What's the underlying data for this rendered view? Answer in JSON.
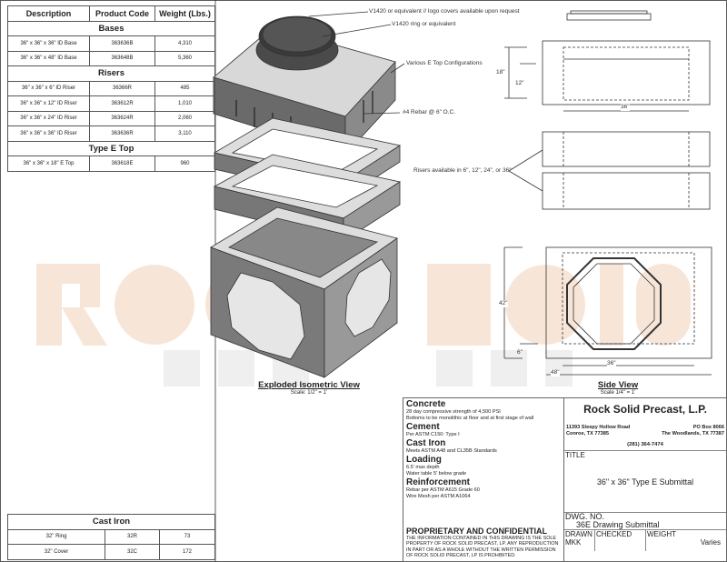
{
  "product_table": {
    "headers": [
      "Description",
      "Product Code",
      "Weight (Lbs.)"
    ],
    "sections": [
      {
        "title": "Bases",
        "rows": [
          [
            "36\" x 36\" x 36\" ID Base",
            "363636B",
            "4,310"
          ],
          [
            "36\" x 36\" x 48\" ID Base",
            "363648B",
            "5,360"
          ]
        ]
      },
      {
        "title": "Risers",
        "rows": [
          [
            "36\" x 36\" x 6\" ID Riser",
            "36366R",
            "485"
          ],
          [
            "36\" x 36\" x 12\" ID Riser",
            "363612R",
            "1,010"
          ],
          [
            "36\" x 36\" x 24\" ID Riser",
            "363624R",
            "2,060"
          ],
          [
            "36\" x 36\" x 36\" ID Riser",
            "363636R",
            "3,110"
          ]
        ]
      },
      {
        "title": "Type E Top",
        "rows": [
          [
            "36\" x 36\" x 18\" E Top",
            "363618E",
            "960"
          ]
        ]
      }
    ]
  },
  "cast_iron_table": {
    "title": "Cast Iron",
    "rows": [
      [
        "32\" Ring",
        "32R",
        "73"
      ],
      [
        "32\" Cover",
        "32C",
        "172"
      ]
    ]
  },
  "callouts": [
    "V1420 or equivalent // logo covers available upon request",
    "V1420 ring or equivalent",
    "Various E Top Configurations",
    "#4 Rebar @ 6\" O.C.",
    "Risers available in 6\", 12\", 24\", or 36\""
  ],
  "dims": {
    "top_h": "18\"",
    "top_inner": "12\"",
    "top_w": "36\"",
    "side_h": "42\"",
    "side_base": "6\"",
    "side_inner": "36\"",
    "side_outer": "48\""
  },
  "views": {
    "iso_title": "Exploded Isometric View",
    "iso_scale": "Scale: 1/2\" = 1'",
    "side_title": "Side View",
    "side_scale": "Scale 1/4\" = 1'"
  },
  "watermark": {
    "line1": "ROCK SOLID",
    "line2": "PRECAST"
  },
  "specs": [
    {
      "h": "Concrete",
      "lines": [
        "28 day compressive strength of 4,500 PSI",
        "Bottoms to be monolithic at floor and at first stage of wall"
      ]
    },
    {
      "h": "Cement",
      "lines": [
        "Per ASTM C150: Type I"
      ]
    },
    {
      "h": "Cast Iron",
      "lines": [
        "Meets ASTM A48 and CL35B Standards"
      ]
    },
    {
      "h": "Loading",
      "lines": [
        "6.5' max depth",
        "Water table 5' below grade"
      ]
    },
    {
      "h": "Reinforcement",
      "lines": [
        "Rebar per ASTM A615 Grade 60",
        "Wire Mesh per ASTM A1064"
      ]
    }
  ],
  "proprietary": {
    "h": "PROPRIETARY AND CONFIDENTIAL",
    "text": "THE INFORMATION CONTAINED IN THIS DRAWING IS THE SOLE PROPERTY OF ROCK SOLID PRECAST, LP.  ANY REPRODUCTION IN PART OR AS A WHOLE WITHOUT THE WRITTEN PERMISSION OF ROCK SOLID PRECAST, LP IS PROHIBITED."
  },
  "title_block": {
    "company": "Rock Solid Precast, L.P.",
    "addr1_l": "11393 Sleepy Hollow Road",
    "addr2_l": "Conroe, TX 77385",
    "addr1_r": "PO Box 8066",
    "addr2_r": "The Woodlands, TX 77387",
    "phone": "(281) 364-7474",
    "title_label": "TITLE",
    "title": "36\" x 36\" Type E Submittal",
    "dwg_label": "DWG.  NO.",
    "dwg": "36E Drawing Submittal",
    "drawn_label": "DRAWN",
    "drawn": "MKK",
    "checked_label": "CHECKED",
    "weight_label": "WEIGHT",
    "weight": "Varies"
  }
}
